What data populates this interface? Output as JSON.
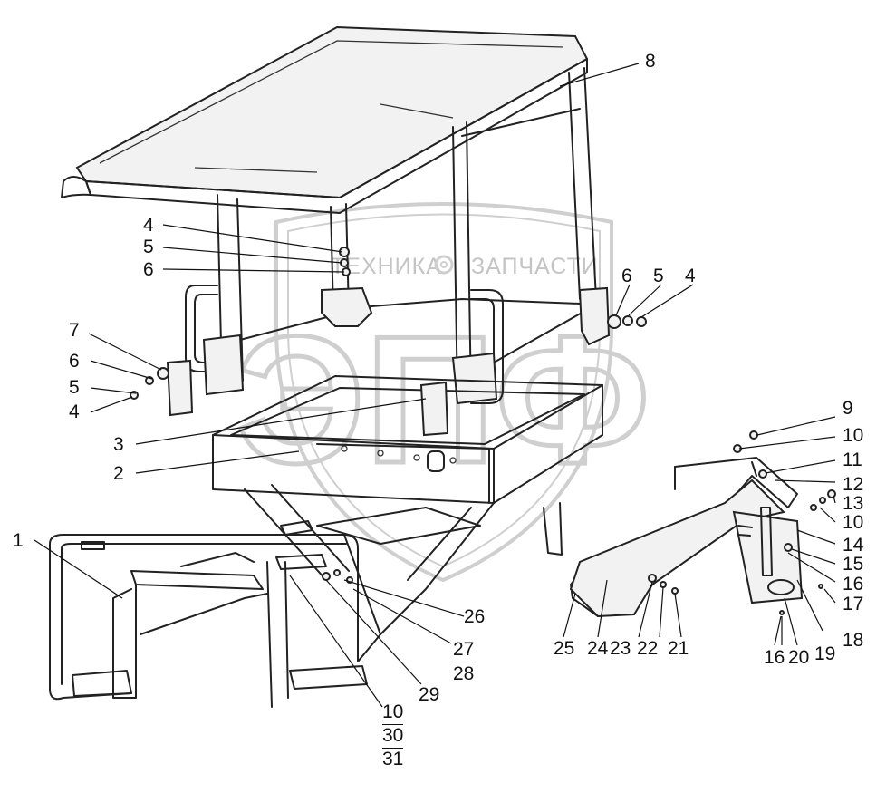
{
  "watermark": {
    "text_left": "ТЕХНИКА",
    "text_right": "ЗАПЧАСТИ",
    "monogram": "ЭПФ",
    "icon": "gear-icon"
  },
  "callouts": {
    "c1": "1",
    "c2": "2",
    "c3": "3",
    "c4a": "4",
    "c5a": "5",
    "c6a": "6",
    "c4b": "4",
    "c5b": "5",
    "c6b": "6",
    "c7": "7",
    "c6c": "6",
    "c5c": "5",
    "c4c": "4",
    "c8": "8",
    "c9": "9",
    "c10a": "10",
    "c11": "11",
    "c12": "12",
    "c13": "13",
    "c10b": "10",
    "c14": "14",
    "c15": "15",
    "c16a": "16",
    "c17": "17",
    "c18": "18",
    "c16b": "16",
    "c20": "20",
    "c19": "19",
    "c21": "21",
    "c22": "22",
    "c23": "23",
    "c24": "24",
    "c25": "25",
    "c26": "26",
    "c27": "27",
    "c28": "28",
    "c29": "29",
    "c10c": "10",
    "c30": "30",
    "c31": "31"
  }
}
